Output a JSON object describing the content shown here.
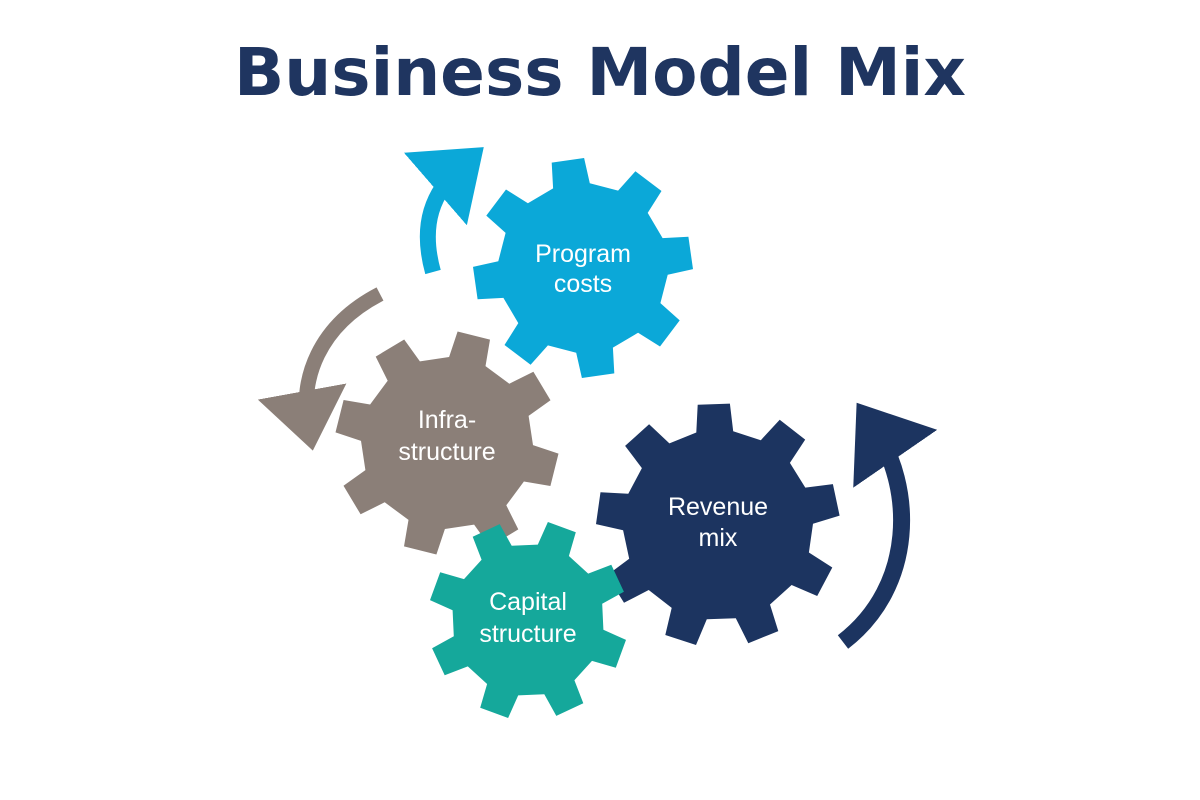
{
  "title": "Business Model Mix",
  "colors": {
    "title": "#1f3560",
    "program_costs": "#0ba8d8",
    "infrastructure": "#8b7f78",
    "revenue_mix": "#1c3460",
    "capital_structure": "#15a89b",
    "arrow_blue": "#0ba8d8",
    "arrow_gray": "#8b7f78",
    "arrow_navy": "#1c3460"
  },
  "gears": {
    "program_costs": {
      "line1": "Program",
      "line2": "costs",
      "icon": "gear-icon"
    },
    "infrastructure": {
      "line1": "Infra-",
      "line2": "structure",
      "icon": "gear-icon"
    },
    "revenue_mix": {
      "line1": "Revenue",
      "line2": "mix",
      "icon": "gear-icon"
    },
    "capital_structure": {
      "line1": "Capital",
      "line2": "structure",
      "icon": "gear-icon"
    }
  },
  "arrows": {
    "blue": {
      "icon": "curved-arrow-up-icon"
    },
    "gray": {
      "icon": "curved-arrow-down-icon"
    },
    "navy": {
      "icon": "curved-arrow-up-icon"
    }
  }
}
